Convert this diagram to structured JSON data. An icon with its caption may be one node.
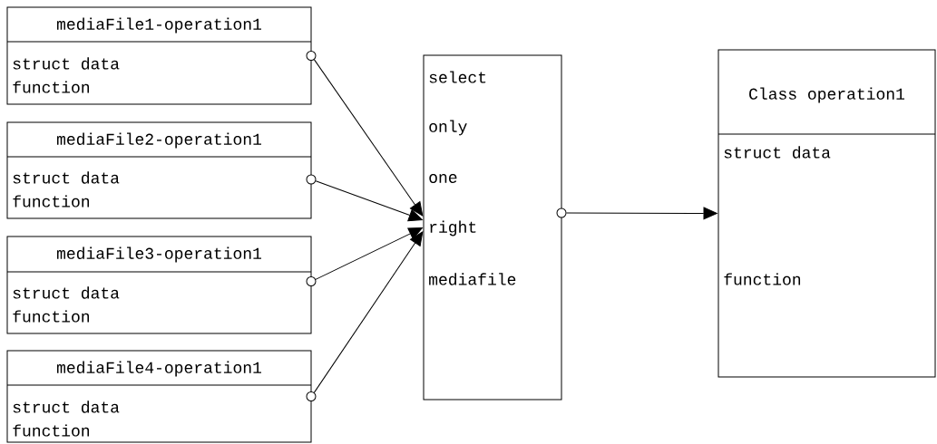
{
  "diagram": {
    "nodes": [
      {
        "text": [
          "mediaFile1-operation1",
          "struct data",
          "function"
        ]
      },
      {
        "text": [
          "mediaFile2-operation1",
          "struct data",
          "function"
        ]
      },
      {
        "text": [
          "mediaFile3-operation1",
          "struct data",
          "function"
        ]
      },
      {
        "text": [
          "mediaFile4-operation1",
          "struct data",
          "function"
        ]
      },
      {
        "text": [
          "select",
          "only",
          "one",
          "right",
          "mediafile"
        ]
      },
      {
        "text": [
          "Class operation1",
          "struct data",
          "function"
        ]
      }
    ],
    "edges": [
      {
        "from": 0,
        "to": 4,
        "arrow": "to"
      },
      {
        "from": 1,
        "to": 4,
        "arrow": "to"
      },
      {
        "from": 2,
        "to": 4,
        "arrow": "to"
      },
      {
        "from": 3,
        "to": 4,
        "arrow": "to"
      },
      {
        "from": 4,
        "to": 5,
        "arrow": "to"
      }
    ]
  }
}
